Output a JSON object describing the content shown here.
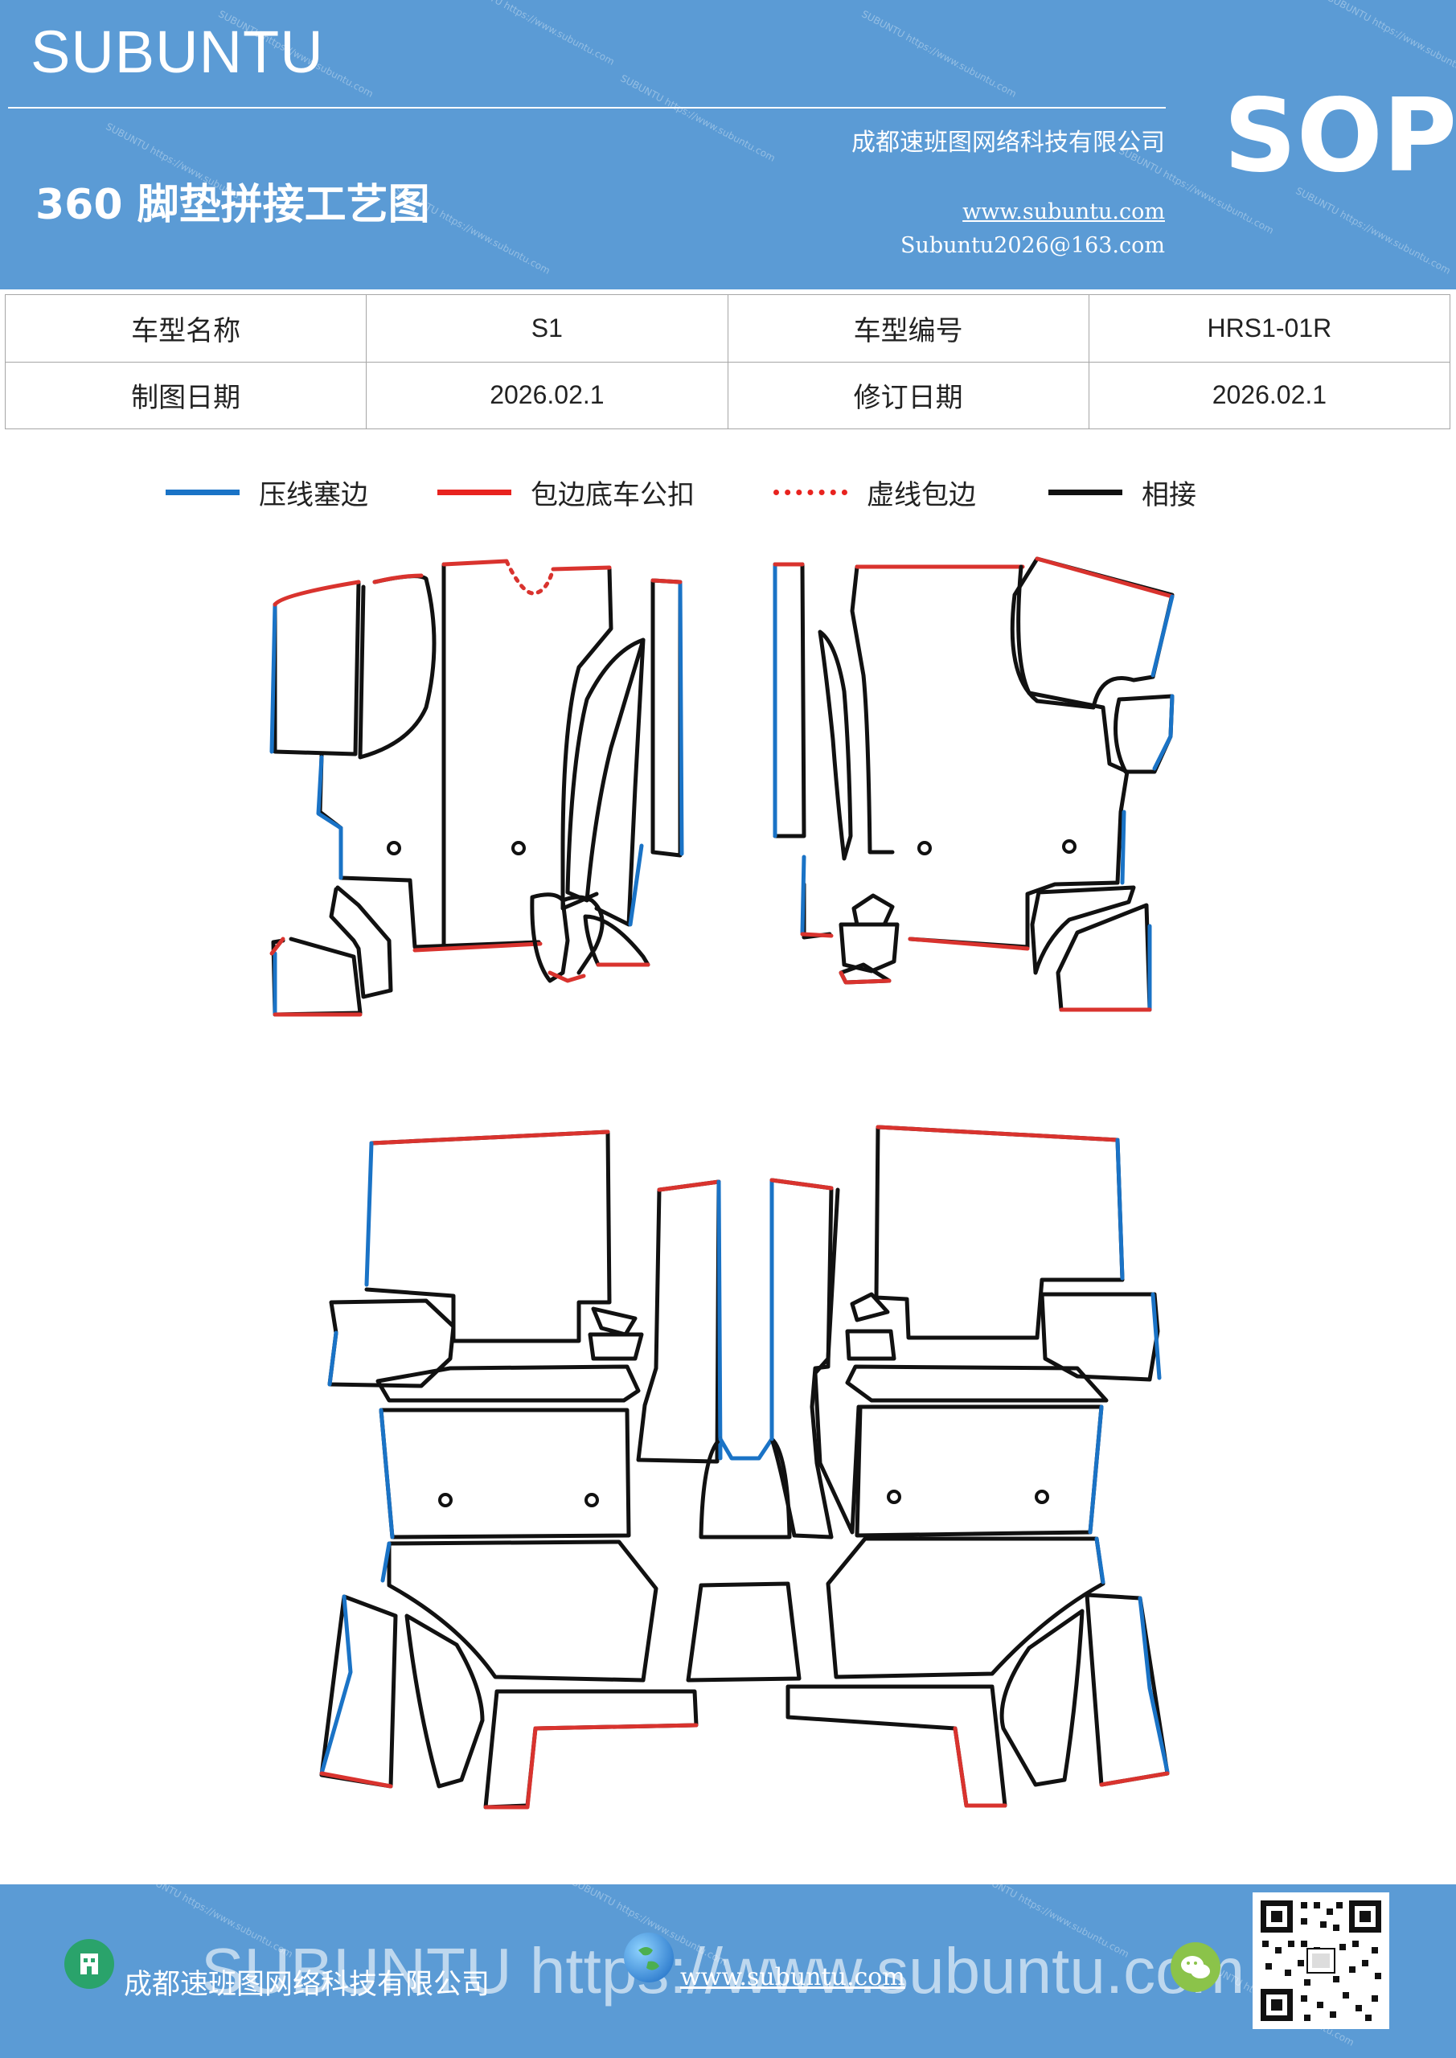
{
  "header": {
    "brand": "SUBUNTU",
    "title": "360 脚垫拼接工艺图",
    "company": "成都速班图网络科技有限公司",
    "website": "www.subuntu.com",
    "email": "Subuntu2026@163.com",
    "sop": "SOP"
  },
  "info": {
    "model_name_label": "车型名称",
    "model_name": "S1",
    "model_code_label": "车型编号",
    "model_code": "HRS1-01R",
    "draw_date_label": "制图日期",
    "draw_date": "2026.02.1",
    "revise_date_label": "修订日期",
    "revise_date": "2026.02.1"
  },
  "legend": [
    {
      "label": "压线塞边",
      "color": "#1a73c6",
      "style": "solid"
    },
    {
      "label": "包边底车公扣",
      "color": "#e8231f",
      "style": "solid"
    },
    {
      "label": "虚线包边",
      "color": "#e8231f",
      "style": "dotted"
    },
    {
      "label": "相接",
      "color": "#111111",
      "style": "solid"
    }
  ],
  "colors": {
    "header_bg": "#5b9bd5",
    "press_line": "#1a73c6",
    "edge_wrap": "#d9332e",
    "joint": "#111111"
  },
  "footer": {
    "company": "成都速班图网络科技有限公司",
    "website": "www.subuntu.com",
    "watermark": "SUBUNTU https://www.subuntu.com",
    "icons": [
      "building-icon",
      "globe-icon",
      "wechat-icon",
      "qr-code"
    ]
  }
}
